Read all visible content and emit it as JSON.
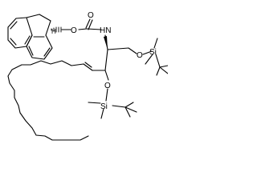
{
  "molecule": {
    "atom_labels": {
      "carbamate_o": "O",
      "carbonyl_o": "O",
      "nh": "HN",
      "o_primary": "O",
      "si_primary": "Si",
      "o_secondary": "O",
      "si_secondary": "Si",
      "stereo_h": "H"
    },
    "colors": {
      "bond": "#000000",
      "background": "#ffffff"
    }
  }
}
